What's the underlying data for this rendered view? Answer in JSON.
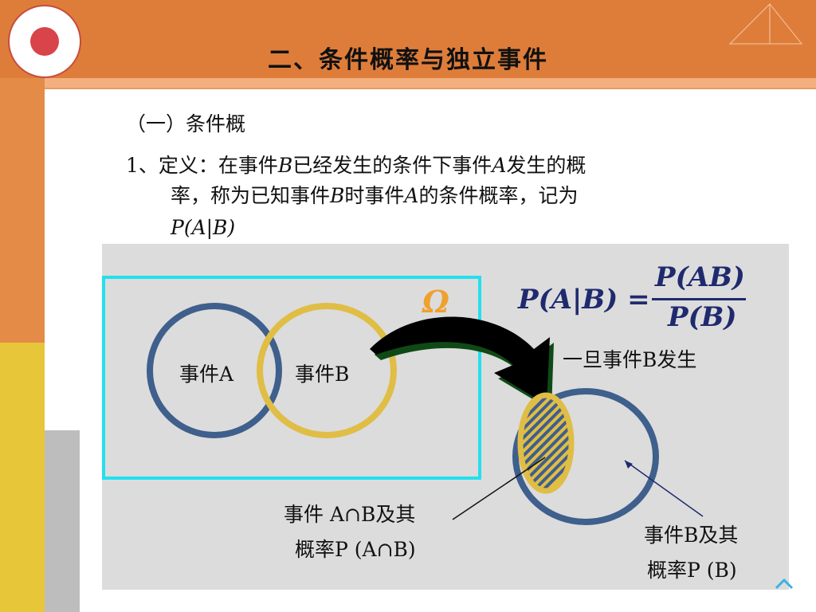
{
  "header": {
    "title": "二、条件概率与独立事件"
  },
  "section": {
    "heading": "（一）条件概"
  },
  "definition": {
    "line1_prefix": "1、定义：在事件",
    "var_B": "B",
    "line1_mid": "已经发生的条件下事件",
    "var_A": "A",
    "line1_suffix": "发生的概",
    "line2_prefix": "率，称为已知事件",
    "line2_mid": "时事件",
    "line2_suffix": "的条件概率，记为",
    "notation": "P(A|B)"
  },
  "diagram": {
    "omega": "Ω",
    "event_a": "事件A",
    "event_b": "事件B",
    "given_text": "一旦事件B发生",
    "intersection_label_1": "事件 A∩B及其",
    "intersection_label_2": "概率P (A∩B)",
    "b_label_1": "事件B及其",
    "b_label_2": "概率P (B)"
  },
  "formula": {
    "lhs": "P(A|B)",
    "equals": "=",
    "numerator": "P(AB)",
    "denominator": "P(B)"
  },
  "colors": {
    "header": "#de7d3a",
    "circle_a": "#3f5f8c",
    "circle_b": "#e0bd45",
    "omega_border": "#23e0ee",
    "diagram_bg": "#dcdcdc"
  }
}
